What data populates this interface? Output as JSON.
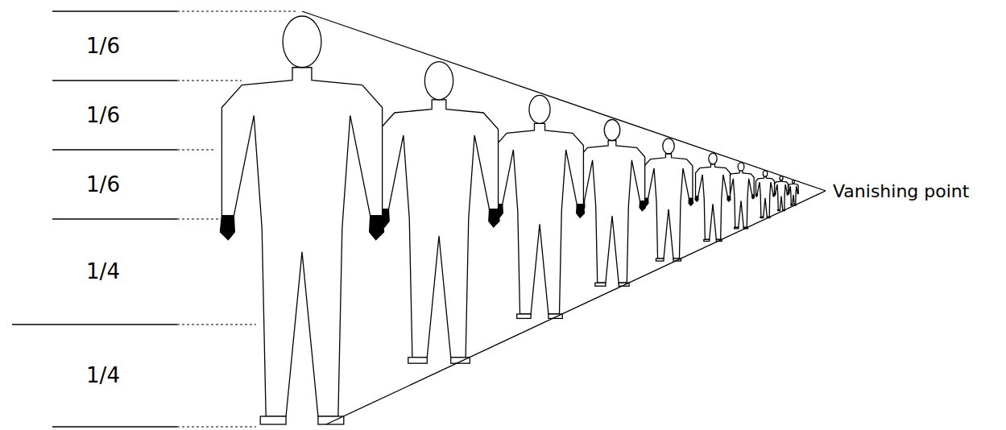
{
  "diagram": {
    "labels": [
      "1/6",
      "1/6",
      "1/6",
      "1/4",
      "1/4",
      "Vanishing point"
    ]
  }
}
